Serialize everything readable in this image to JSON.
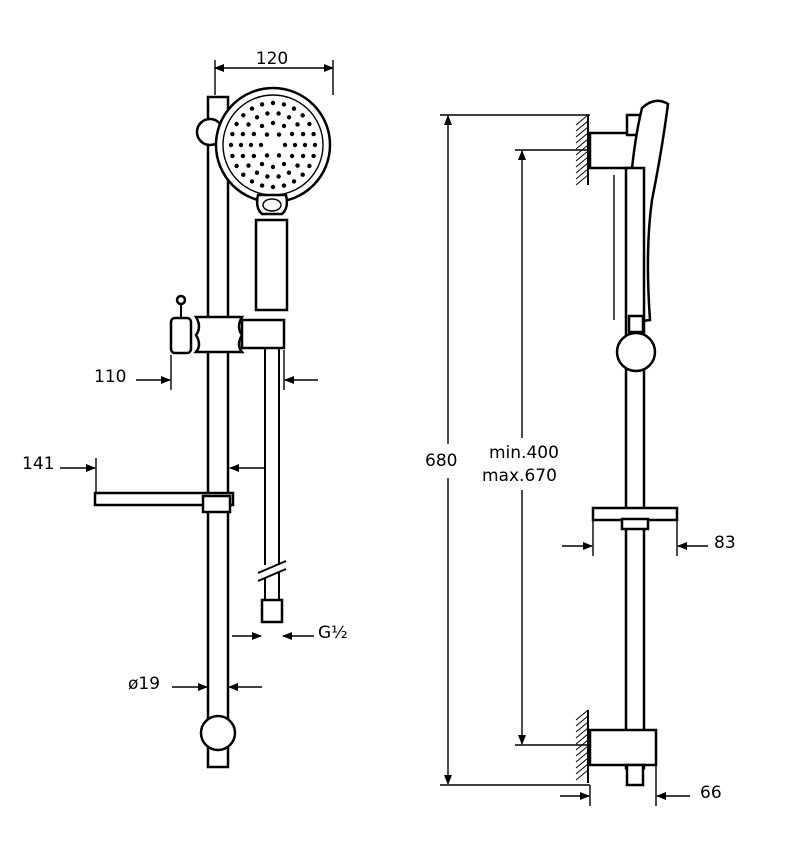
{
  "front_view": {
    "dims": {
      "head_width": "120",
      "holder_offset": "110",
      "soap_dish_offset": "141",
      "hose_thread": "G½",
      "rail_diameter": "ø19"
    }
  },
  "side_view": {
    "dims": {
      "rail_length": "680",
      "adjust_min": "min.400",
      "adjust_max": "max.670",
      "soap_dish_depth": "83",
      "bracket_depth": "66"
    }
  }
}
